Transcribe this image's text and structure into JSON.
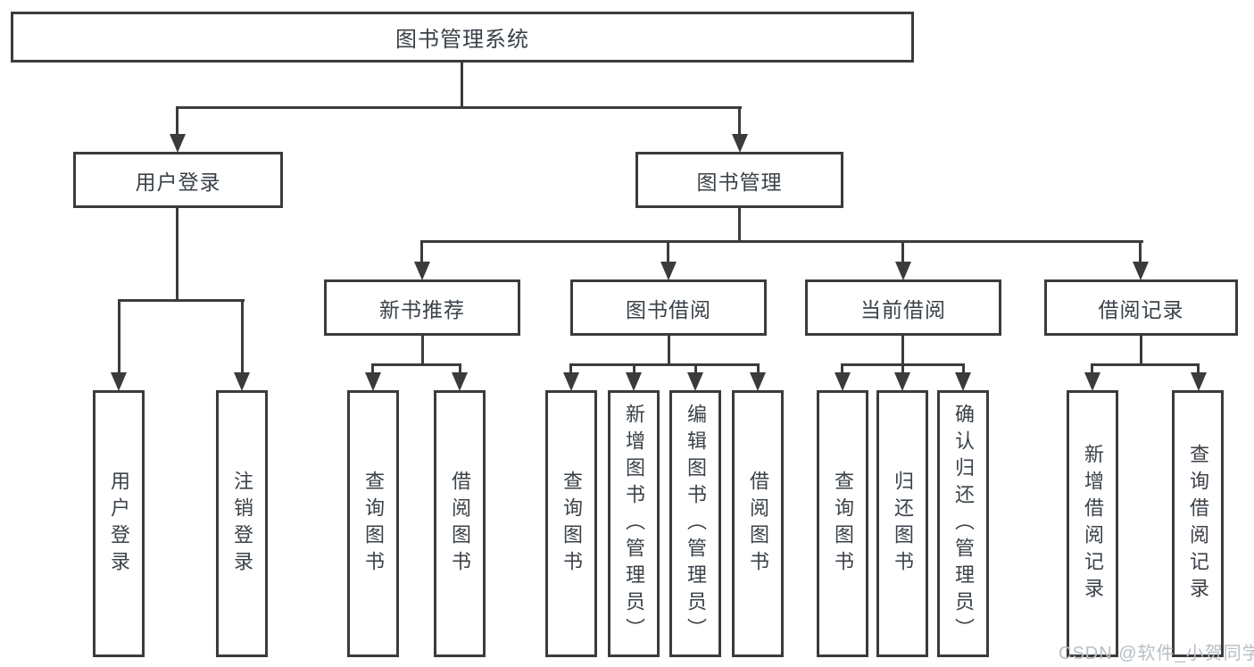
{
  "diagram": {
    "title": "图书管理系统",
    "level2": {
      "user_login": "用户登录",
      "book_management": "图书管理"
    },
    "level3": {
      "new_book_recommend": "新书推荐",
      "book_borrow": "图书借阅",
      "current_borrow": "当前借阅",
      "borrow_record": "借阅记录"
    },
    "leaves": {
      "user_login": [
        "用户登录",
        "注销登录"
      ],
      "new_book_recommend": [
        "查询图书",
        "借阅图书"
      ],
      "book_borrow": [
        "查询图书",
        "新增图书（管理员）",
        "编辑图书（管理员）",
        "借阅图书"
      ],
      "current_borrow": [
        "查询图书",
        "归还图书",
        "确认归还（管理员）"
      ],
      "borrow_record": [
        "新增借阅记录",
        "查询借阅记录"
      ]
    },
    "colors": {
      "line": "#3b3b3b",
      "text": "#3a4148",
      "background": "#ffffff",
      "watermark": "#b7bec6"
    }
  },
  "watermark": "CSDN @软件_小贺同学"
}
